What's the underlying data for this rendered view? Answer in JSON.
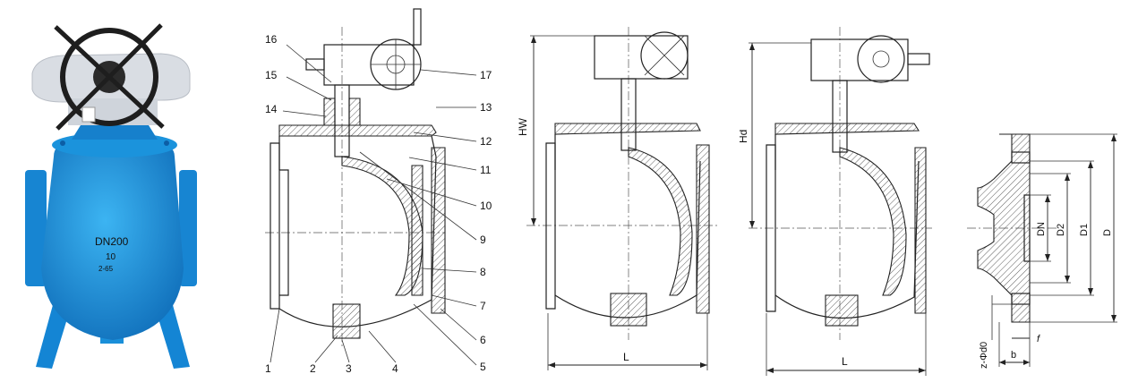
{
  "photo": {
    "body_cast_text": "DN200",
    "body_cast_sub": "10",
    "body_cast_sub2": "2-65",
    "colors": {
      "body": "#1f9be0",
      "actuator": "#d9dde3",
      "handwheel": "#2b2b2b"
    }
  },
  "section_drawing": {
    "part_numbers_left": [
      "16",
      "15",
      "14"
    ],
    "part_numbers_right": [
      "17",
      "13",
      "12",
      "11",
      "10",
      "9",
      "8",
      "7",
      "6",
      "5"
    ],
    "part_numbers_bottom": [
      "1",
      "2",
      "3",
      "4"
    ]
  },
  "drawing_hw": {
    "height_label": "HW",
    "length_label": "L"
  },
  "drawing_hd": {
    "height_label": "Hd",
    "length_label": "L"
  },
  "flange_detail": {
    "labels": [
      "DN",
      "D2",
      "D1",
      "D"
    ],
    "bolt_label": "z-Φd0",
    "thickness_label": "b",
    "raised_face_label": "f"
  }
}
